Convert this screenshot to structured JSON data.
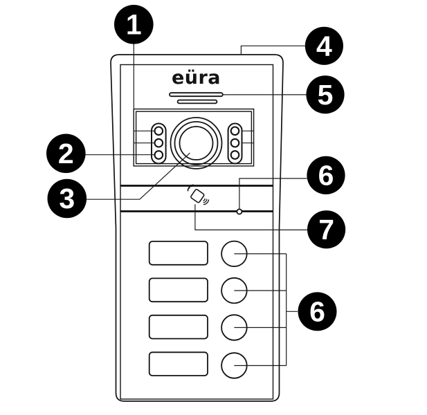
{
  "figure": {
    "kind": "device-callout-diagram",
    "description": "Front view of an Eura video door entry station with numbered callouts"
  },
  "brand": {
    "logo_text": "eüra"
  },
  "callouts": [
    {
      "label": "1",
      "points_to": "left-led-pod-upper-leds"
    },
    {
      "label": "2",
      "points_to": "left-led-pod-bottom-led"
    },
    {
      "label": "3",
      "points_to": "camera-lens"
    },
    {
      "label": "4",
      "points_to": "rain-cover"
    },
    {
      "label": "5",
      "points_to": "speaker-grille"
    },
    {
      "label": "6",
      "points_to": "microphone-hole"
    },
    {
      "label": "7",
      "points_to": "rfid-card-reader"
    },
    {
      "label": "6",
      "points_to": "call-buttons"
    }
  ],
  "device": {
    "nameplate_count": 4,
    "call_button_count": 4,
    "led_count_per_pod": 3
  },
  "colors": {
    "background": "#ffffff",
    "line": "#121212",
    "badge_background": "#000000",
    "badge_text": "#ffffff"
  }
}
